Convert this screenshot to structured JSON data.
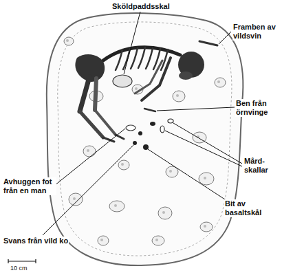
{
  "diagram": {
    "labels": [
      "Sköldpaddsskal",
      "Framben av vildsvin",
      "Ben från örnvinge",
      "Avhuggen fot från en man",
      "Mård- skallar",
      "Svans från vild ko",
      "Bit av basaltskål",
      "10 cm"
    ]
  }
}
